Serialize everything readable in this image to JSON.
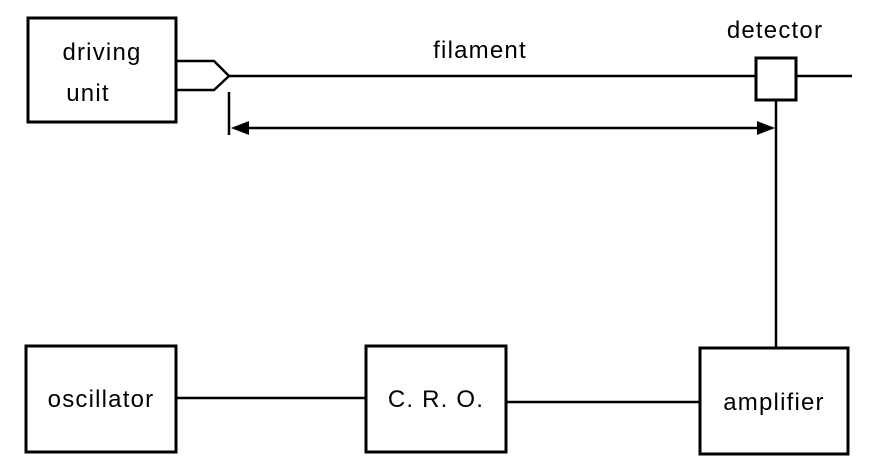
{
  "diagram": {
    "blocks": {
      "driving_unit": [
        "driving",
        "unit"
      ],
      "detector": "detector",
      "oscillator": "oscillator",
      "cro": "C. R. O.",
      "amplifier": "amplifier"
    },
    "filament_label": "filament"
  }
}
